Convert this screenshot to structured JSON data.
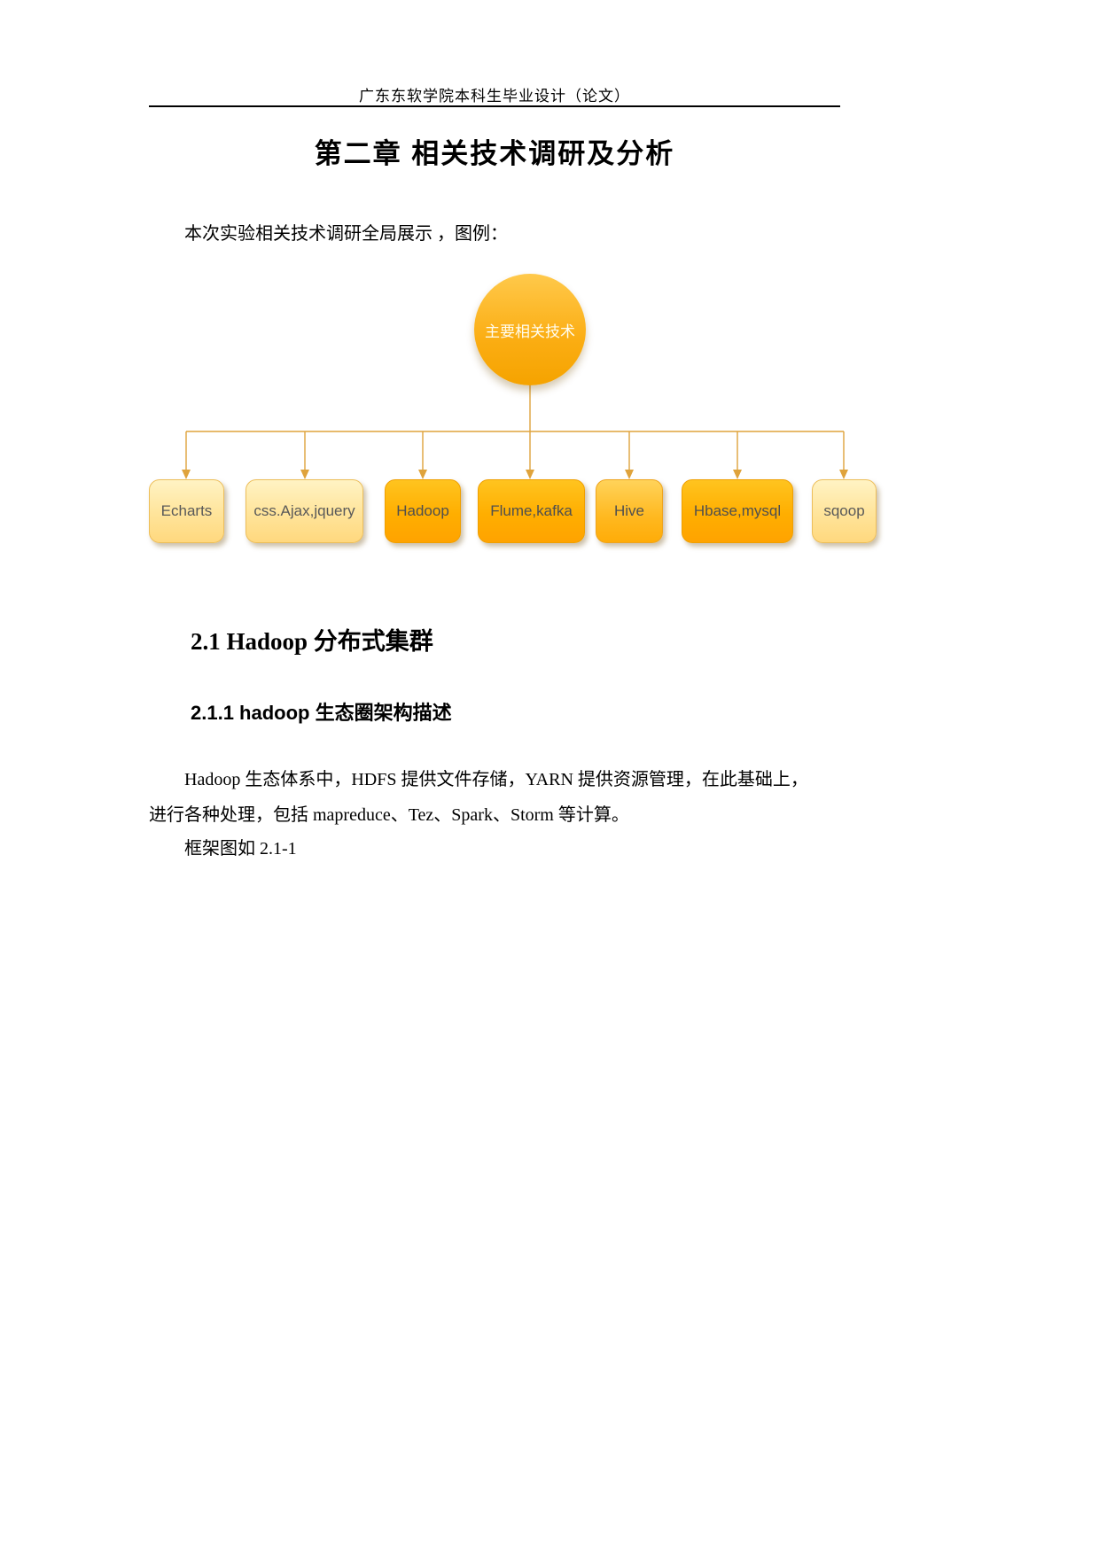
{
  "page": {
    "header": "广东东软学院本科生毕业设计（论文）",
    "chapter_title": "第二章 相关技术调研及分析",
    "intro": "本次实验相关技术调研全局展示 ，图例：",
    "section_title": "2.1 Hadoop 分布式集群",
    "subsection_title": "2.1.1 hadoop 生态圈架构描述",
    "body_line1": "Hadoop 生态体系中，HDFS 提供文件存储，YARN 提供资源管理，在此基础上，",
    "body_line2": "进行各种处理，包括 mapreduce、Tez、Spark、Storm 等计算。",
    "figure_caption": "框架图如 2.1-1"
  },
  "diagram": {
    "root": "主要相关技术",
    "nodes": [
      {
        "label": "Echarts",
        "tone": "light"
      },
      {
        "label": "css.Ajax,jquery",
        "tone": "light"
      },
      {
        "label": "Hadoop",
        "tone": "dark"
      },
      {
        "label": "Flume,kafka",
        "tone": "dark"
      },
      {
        "label": "Hive",
        "tone": "medium"
      },
      {
        "label": "Hbase,mysql",
        "tone": "dark"
      },
      {
        "label": "sqoop",
        "tone": "light"
      }
    ],
    "colors": {
      "root_fill": "#F9A81A",
      "light_fill": "#FFE49A",
      "dark_fill": "#FFAE00",
      "line": "#DFA33C"
    }
  }
}
